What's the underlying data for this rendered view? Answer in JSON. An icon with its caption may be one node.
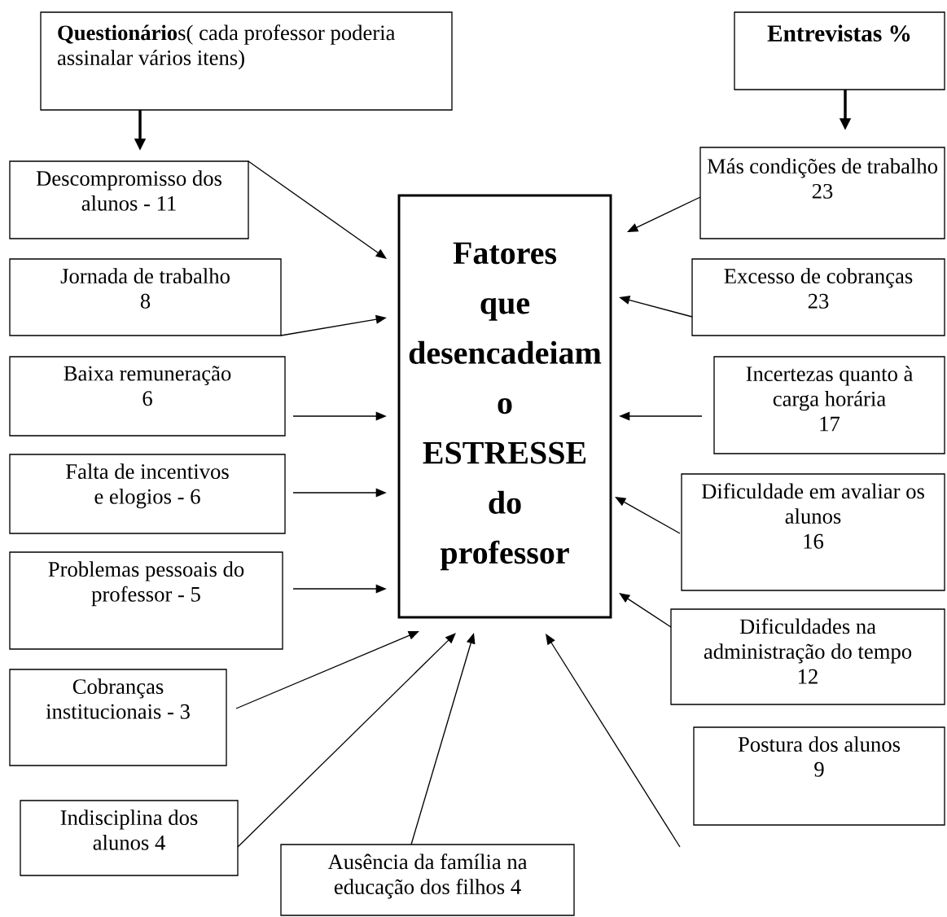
{
  "diagram": {
    "nodes": [
      {
        "text": [
          "**Questionário**s( cada professor poderia assinalar vários itens)"
        ]
      },
      {
        "text": [
          "Entrevistas %"
        ]
      },
      {
        "text": [
          "Fatores que desencadeiam o ESTRESSE do professor"
        ]
      },
      {
        "text": [
          "Descompromisso dos alunos - 11"
        ]
      },
      {
        "text": [
          "Jornada de trabalho",
          "8"
        ]
      },
      {
        "text": [
          "Baixa remuneração",
          "6"
        ]
      },
      {
        "text": [
          "Falta de incentivos e elogios - 6"
        ]
      },
      {
        "text": [
          "Problemas pessoais do professor - 5"
        ]
      },
      {
        "text": [
          "Cobranças institucionais - 3"
        ]
      },
      {
        "text": [
          "Indisciplina dos alunos 4"
        ]
      },
      {
        "text": [
          "Ausência da família na educação dos filhos 4"
        ]
      },
      {
        "text": [
          "Más condições de trabalho",
          "23"
        ]
      },
      {
        "text": [
          "Excesso de cobranças",
          "23"
        ]
      },
      {
        "text": [
          "Incertezas quanto à carga horária",
          "17"
        ]
      },
      {
        "text": [
          "Dificuldade em avaliar os alunos",
          "16"
        ]
      },
      {
        "text": [
          "Dificuldades na administração do tempo",
          "12"
        ]
      },
      {
        "text": [
          "Postura dos alunos",
          "9"
        ]
      }
    ],
    "edges": [
      {
        "from": 0,
        "to": null,
        "arrow": "to",
        "style": "thick"
      },
      {
        "from": 1,
        "to": null,
        "arrow": "to",
        "style": "thick"
      },
      {
        "from": 3,
        "to": 2,
        "arrow": "to"
      },
      {
        "from": 4,
        "to": 2,
        "arrow": "to"
      },
      {
        "from": 5,
        "to": 2,
        "arrow": "to"
      },
      {
        "from": 6,
        "to": 2,
        "arrow": "to"
      },
      {
        "from": 7,
        "to": 2,
        "arrow": "to"
      },
      {
        "from": 8,
        "to": 2,
        "arrow": "to"
      },
      {
        "from": 9,
        "to": 2,
        "arrow": "to"
      },
      {
        "from": 10,
        "to": 2,
        "arrow": "to"
      },
      {
        "from": 11,
        "to": 2,
        "arrow": "to"
      },
      {
        "from": 12,
        "to": 2,
        "arrow": "to"
      },
      {
        "from": 13,
        "to": 2,
        "arrow": "to"
      },
      {
        "from": 14,
        "to": 2,
        "arrow": "to"
      },
      {
        "from": 15,
        "to": 2,
        "arrow": "to"
      },
      {
        "from": 16,
        "to": 2,
        "arrow": "to"
      }
    ]
  }
}
